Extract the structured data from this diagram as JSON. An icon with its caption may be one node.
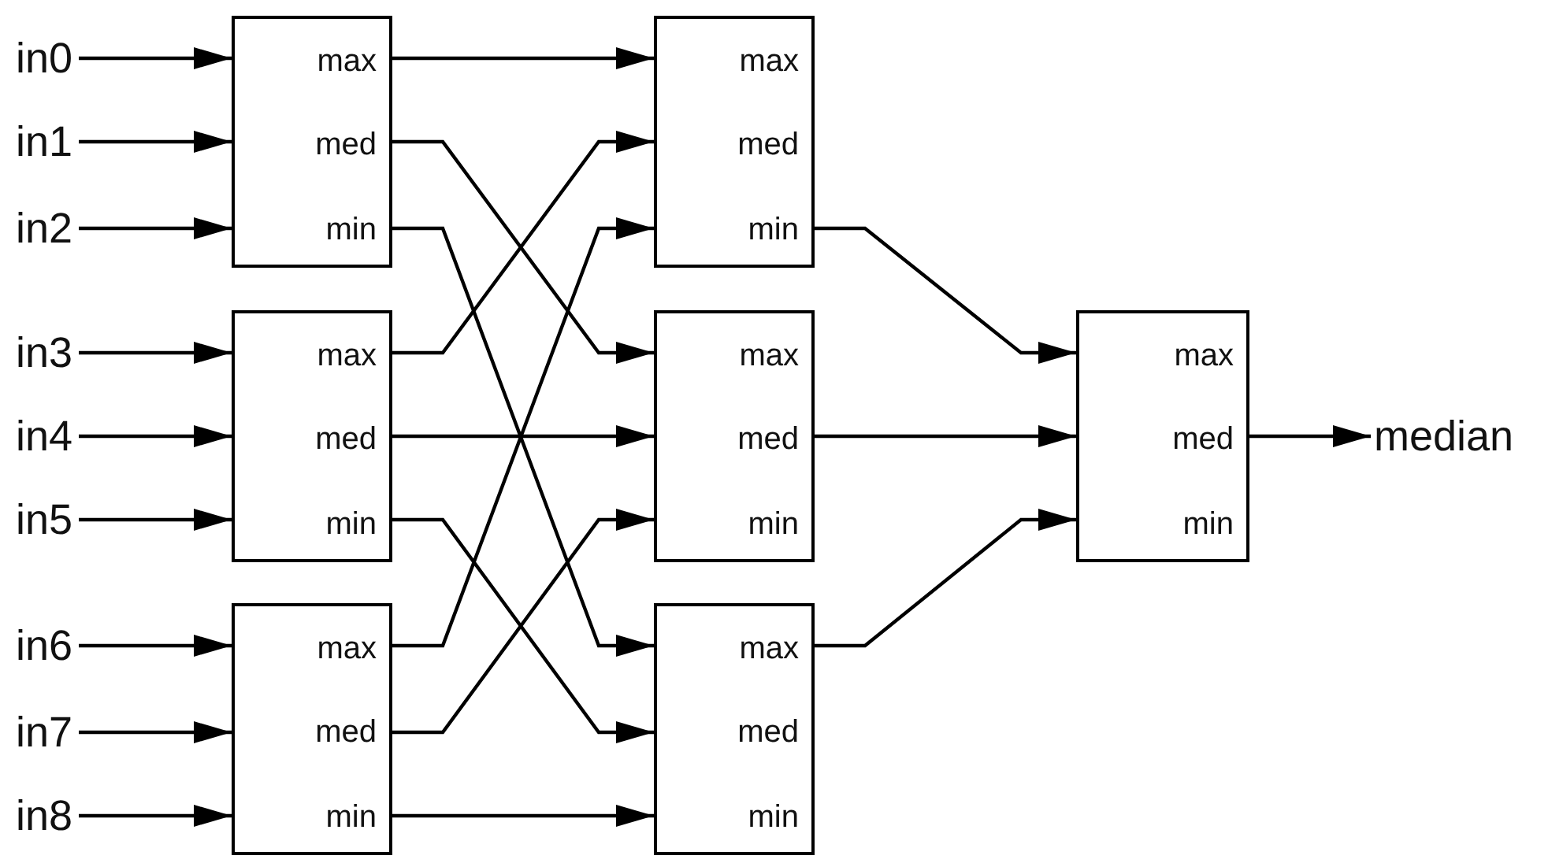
{
  "diagram": {
    "nodes": [
      {
        "text": [
          "in0"
        ]
      },
      {
        "text": [
          "in1"
        ]
      },
      {
        "text": [
          "in2"
        ]
      },
      {
        "text": [
          "in3"
        ]
      },
      {
        "text": [
          "in4"
        ]
      },
      {
        "text": [
          "in5"
        ]
      },
      {
        "text": [
          "in6"
        ]
      },
      {
        "text": [
          "in7"
        ]
      },
      {
        "text": [
          "in8"
        ]
      },
      {
        "text": [
          "max",
          "med",
          "min"
        ]
      },
      {
        "text": [
          "max",
          "med",
          "min"
        ]
      },
      {
        "text": [
          "max",
          "med",
          "min"
        ]
      },
      {
        "text": [
          "max",
          "med",
          "min"
        ]
      },
      {
        "text": [
          "max",
          "med",
          "min"
        ]
      },
      {
        "text": [
          "max",
          "med",
          "min"
        ]
      },
      {
        "text": [
          "max",
          "med",
          "min"
        ]
      },
      {
        "text": [
          "median"
        ]
      }
    ],
    "edges": [
      {
        "from": 0,
        "to": 9,
        "arrow": "to"
      },
      {
        "from": 1,
        "to": 9,
        "arrow": "to"
      },
      {
        "from": 2,
        "to": 9,
        "arrow": "to"
      },
      {
        "from": 3,
        "to": 10,
        "arrow": "to"
      },
      {
        "from": 4,
        "to": 10,
        "arrow": "to"
      },
      {
        "from": 5,
        "to": 10,
        "arrow": "to"
      },
      {
        "from": 6,
        "to": 11,
        "arrow": "to"
      },
      {
        "from": 7,
        "to": 11,
        "arrow": "to"
      },
      {
        "from": 8,
        "to": 11,
        "arrow": "to"
      },
      {
        "from": 9,
        "to": 12,
        "arrow": "to"
      },
      {
        "from": 9,
        "to": 13,
        "arrow": "to"
      },
      {
        "from": 9,
        "to": 14,
        "arrow": "to"
      },
      {
        "from": 10,
        "to": 12,
        "arrow": "to"
      },
      {
        "from": 10,
        "to": 13,
        "arrow": "to"
      },
      {
        "from": 10,
        "to": 14,
        "arrow": "to"
      },
      {
        "from": 11,
        "to": 12,
        "arrow": "to"
      },
      {
        "from": 11,
        "to": 13,
        "arrow": "to"
      },
      {
        "from": 11,
        "to": 14,
        "arrow": "to"
      },
      {
        "from": 12,
        "to": 15,
        "arrow": "to"
      },
      {
        "from": 13,
        "to": 15,
        "arrow": "to"
      },
      {
        "from": 14,
        "to": 15,
        "arrow": "to"
      },
      {
        "from": 15,
        "to": 16,
        "arrow": "to"
      }
    ]
  }
}
